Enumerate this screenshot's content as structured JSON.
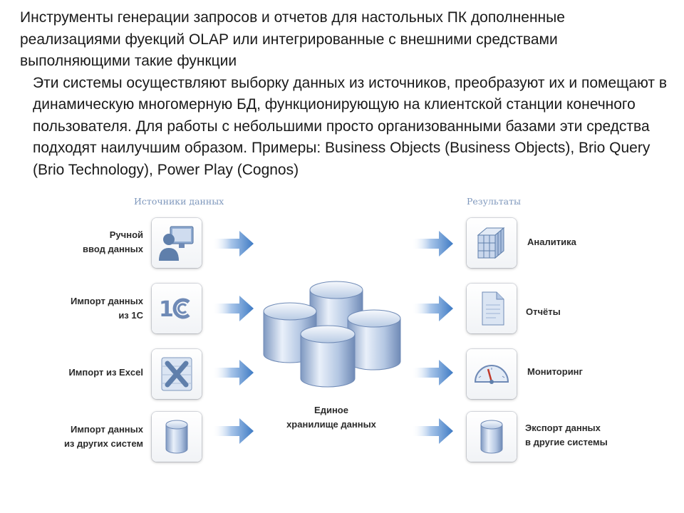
{
  "text": {
    "para1": "Инструменты генерации запросов и отчетов для настольных ПК дополненные реализациями фуекций OLAP или интегрированные с внешними средствами выполняющими такие функции",
    "para2": "Эти системы осуществляют выборку данных из источников, преобразуют их и помещают в динамическую многомерную БД, функционирующую на клиентской станции конечного пользователя. Для работы с небольшими просто организованными базами эти средства подходят наилучшим образом. Примеры: Business Objects (Business Objects), Brio Query (Brio Technology), Power Play (Cognos)"
  },
  "diagram": {
    "sources_header": "Источники данных",
    "results_header": "Результаты",
    "sources": [
      {
        "line1": "Ручной",
        "line2": "ввод  данных",
        "icon": "user-computer-icon"
      },
      {
        "line1": "Импорт  данных",
        "line2": "из  1С",
        "icon": "1c-logo-icon"
      },
      {
        "line1": "Импорт из Excel",
        "line2": "",
        "icon": "excel-icon"
      },
      {
        "line1": "Импорт  данных",
        "line2": "из  других  систем",
        "icon": "database-icon"
      }
    ],
    "results": [
      {
        "line1": "Аналитика",
        "line2": "",
        "icon": "olap-cube-icon"
      },
      {
        "line1": "Отчёты",
        "line2": "",
        "icon": "document-icon"
      },
      {
        "line1": "Мониторинг",
        "line2": "",
        "icon": "gauge-icon"
      },
      {
        "line1": "Экспорт  данных",
        "line2": "в  другие  системы",
        "icon": "database-icon"
      }
    ],
    "storage": {
      "line1": "Единое",
      "line2": "хранилище данных",
      "icon": "database-cluster-icon"
    },
    "colors": {
      "header": "#7f98bd",
      "arrow": "#4f86c6",
      "cylinder": "#8fa9cf"
    }
  }
}
